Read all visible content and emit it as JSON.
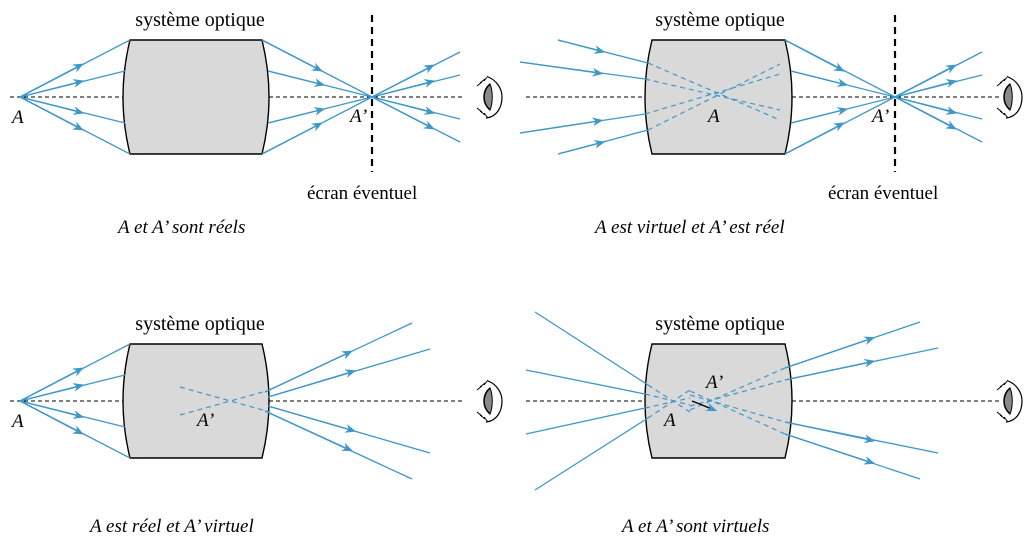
{
  "panels": [
    {
      "id": "reel-reel",
      "title": "système optique",
      "object_label": "A",
      "image_label": "A’",
      "screen_label": "écran éventuel",
      "caption": "A et A’ sont réels"
    },
    {
      "id": "virtuel-reel",
      "title": "système optique",
      "object_label": "A",
      "image_label": "A’",
      "screen_label": "écran éventuel",
      "caption": "A est virtuel et A’ est réel"
    },
    {
      "id": "reel-virtuel",
      "title": "système optique",
      "object_label": "A",
      "image_label": "A’",
      "caption": "A est réel et  A’ virtuel"
    },
    {
      "id": "virtuel-virtuel",
      "title": "système optique",
      "object_label": "A",
      "image_label": "A’",
      "caption": "A et A’ sont virtuels"
    }
  ],
  "colors": {
    "ray": "#3f97c8",
    "lens_fill": "#d9d9d9",
    "axis": "#000000"
  },
  "icons": [
    "eye-icon"
  ]
}
